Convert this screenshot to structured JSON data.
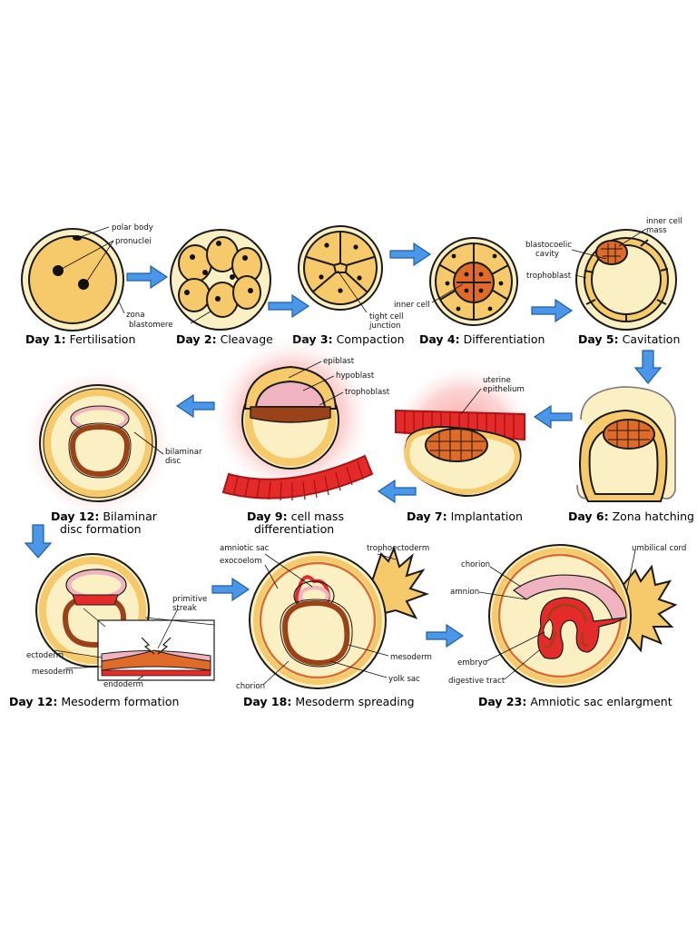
{
  "colors": {
    "zona_fill": "#fbf0c4",
    "cell_fill": "#f6c96a",
    "inner_mass": "#e06a28",
    "inner_mass_dark": "#c25018",
    "uterine": "#e52a2a",
    "uterine_dark": "#a81414",
    "hypoblast": "#efb4c0",
    "epiblast_brown": "#9a4218",
    "arrow": "#4a96e8",
    "halo": "#f56e6e"
  },
  "stages": [
    {
      "day": "Day 1:",
      "name": "Fertilisation"
    },
    {
      "day": "Day 2:",
      "name": "Cleavage"
    },
    {
      "day": "Day 3:",
      "name": "Compaction"
    },
    {
      "day": "Day 4:",
      "name": "Differentiation"
    },
    {
      "day": "Day 5:",
      "name": "Cavitation"
    },
    {
      "day": "Day 6:",
      "name": "Zona hatching"
    },
    {
      "day": "Day 7:",
      "name": "Implantation"
    },
    {
      "day": "Day 9:",
      "name": "cell mass",
      "name2": "differentiation"
    },
    {
      "day": "Day 12:",
      "name": "Bilaminar",
      "name2": "disc formation"
    },
    {
      "day": "Day 12:",
      "name": "Mesoderm formation"
    },
    {
      "day": "Day 18:",
      "name": "Mesoderm spreading"
    },
    {
      "day": "Day 23:",
      "name": "Amniotic sac enlargment"
    }
  ],
  "labels": {
    "polar_body": "polar body",
    "pronuclei": "pronuclei",
    "zona": "zona",
    "blastomere": "blastomere",
    "tight_cell_1": "tight cell",
    "tight_cell_2": "junction",
    "inner_cell": "inner cell",
    "inner_cell_mass_1": "inner cell",
    "inner_cell_mass_2": "mass",
    "blastocoelic_1": "blastocoelic",
    "blastocoelic_2": "cavity",
    "trophoblast_d5": "trophoblast",
    "uterine_1": "uterine",
    "uterine_2": "epithelium",
    "epiblast": "epiblast",
    "hypoblast": "hypoblast",
    "trophoblast_d9": "trophoblast",
    "bilaminar_1": "bilaminar",
    "bilaminar_2": "disc",
    "primitive_1": "primitive",
    "primitive_2": "streak",
    "ectoderm": "ectoderm",
    "mesoderm_d12": "mesoderm",
    "endoderm": "endoderm",
    "amniotic_sac": "amniotic sac",
    "exocoelom": "exocoelom",
    "trophoectoderm": "trophoectoderm",
    "mesoderm_d18": "mesoderm",
    "yolk_sac": "yolk sac",
    "chorion_d18": "chorion",
    "chorion_d23": "chorion",
    "umbilical_cord": "umbilical cord",
    "amnion": "amnion",
    "embryo": "embryo",
    "digestive_tract": "digestive tract"
  }
}
